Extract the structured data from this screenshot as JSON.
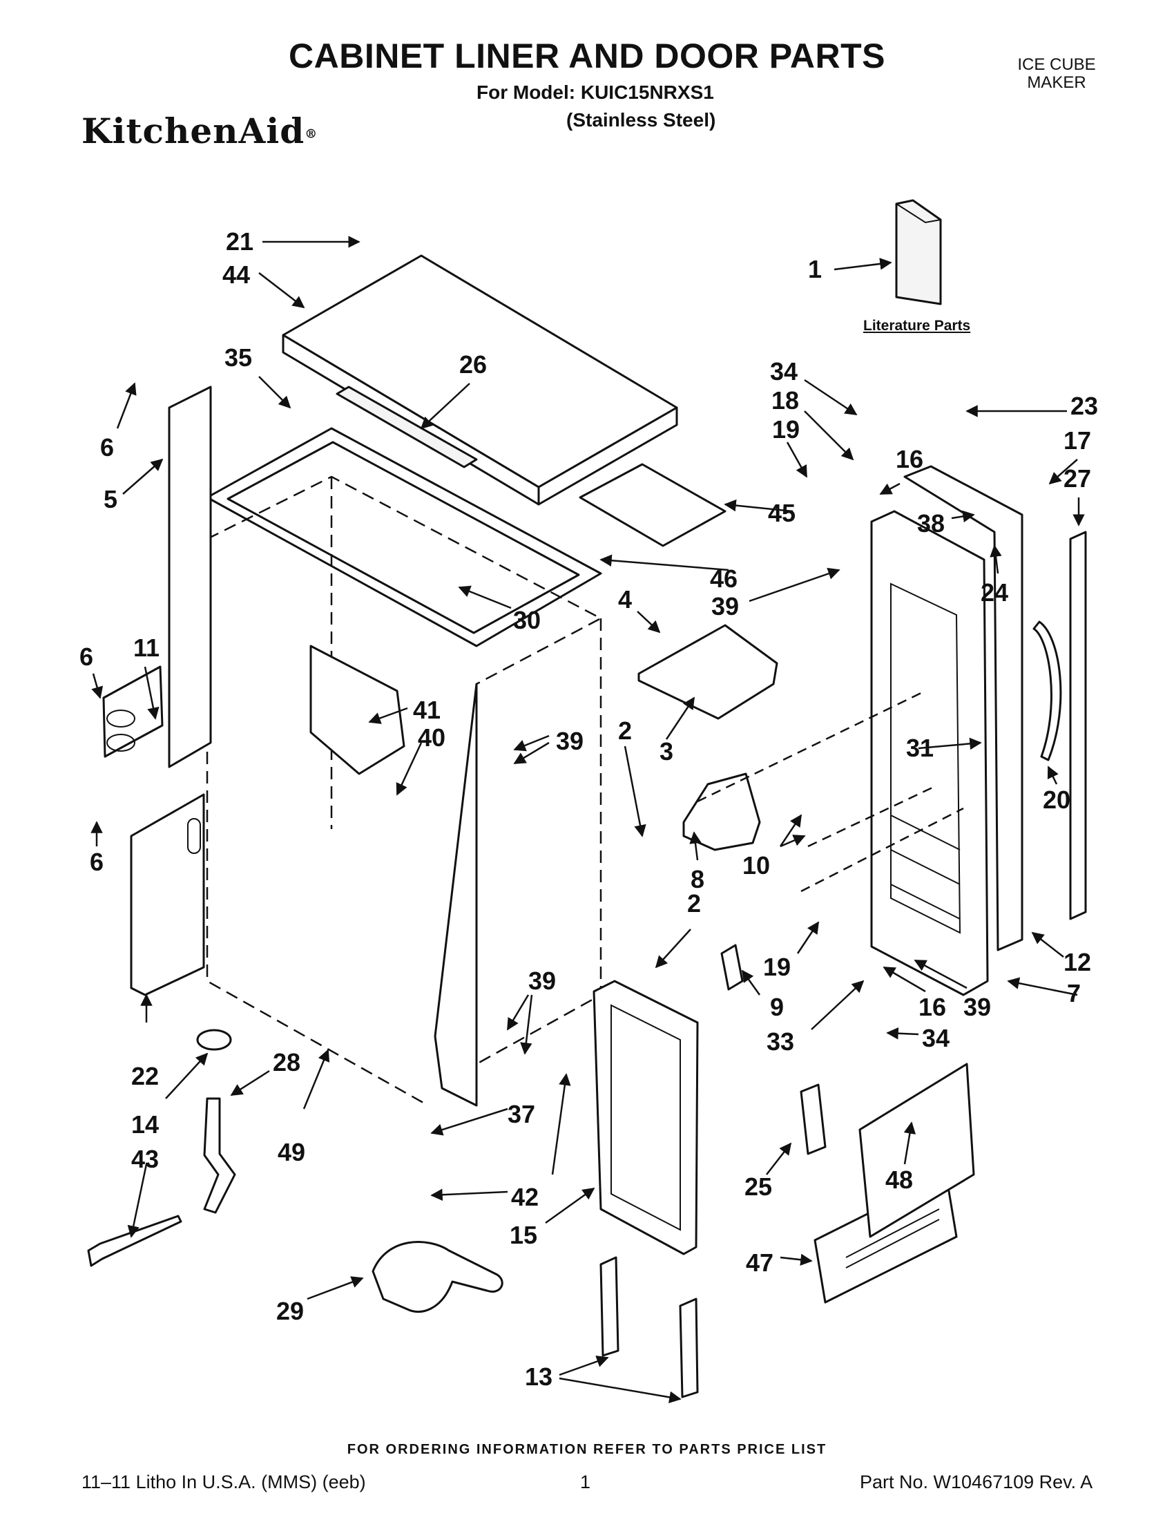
{
  "header": {
    "title": "CABINET LINER AND DOOR PARTS",
    "model_line": "For Model: KUIC15NRXS1",
    "finish": "(Stainless Steel)",
    "brand": "KitchenAid",
    "brand_mark": "®",
    "category_line1": "ICE CUBE",
    "category_line2": "MAKER"
  },
  "literature_label": "Literature Parts",
  "callouts": {
    "c1": "1",
    "c21": "21",
    "c44": "44",
    "c6a": "6",
    "c5": "5",
    "c35": "35",
    "c26": "26",
    "c45": "45",
    "c46": "46",
    "c30": "30",
    "c34a": "34",
    "c18": "18",
    "c19a": "19",
    "c16a": "16",
    "c23": "23",
    "c17": "17",
    "c27": "27",
    "c38": "38",
    "c24": "24",
    "c39a": "39",
    "c4": "4",
    "c6b": "6",
    "c11": "11",
    "c41": "41",
    "c40": "40",
    "c39b": "39",
    "c2a": "2",
    "c3": "3",
    "c31": "31",
    "c20": "20",
    "c6c": "6",
    "c8": "8",
    "c10": "10",
    "c2b": "2",
    "c19b": "19",
    "c12": "12",
    "c9": "9",
    "c16b": "16",
    "c39c": "39",
    "c7": "7",
    "c39d": "39",
    "c33": "33",
    "c34b": "34",
    "c22": "22",
    "c28": "28",
    "c14": "14",
    "c49": "49",
    "c37": "37",
    "c42": "42",
    "c43": "43",
    "c15": "15",
    "c25": "25",
    "c48": "48",
    "c47": "47",
    "c29": "29",
    "c13": "13"
  },
  "footer": {
    "ordering_note": "FOR ORDERING INFORMATION REFER TO PARTS PRICE LIST",
    "litho": "11–11 Litho In U.S.A. (MMS) (eeb)",
    "page": "1",
    "part_no": "Part No. W10467109 Rev. A"
  }
}
